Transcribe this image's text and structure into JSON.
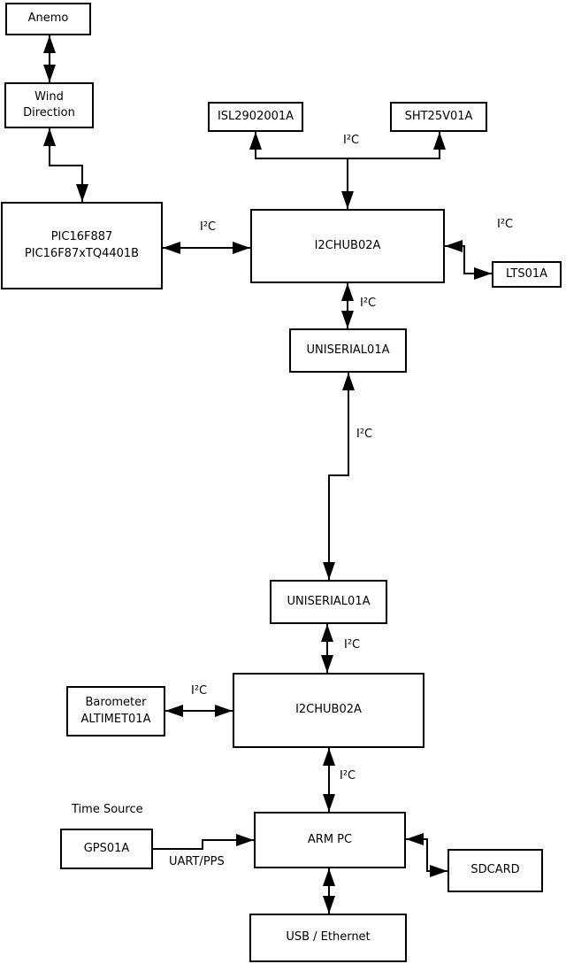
{
  "nodes": {
    "anemo": {
      "label": "Anemo"
    },
    "wind_direction": {
      "line1": "Wind",
      "line2": "Direction"
    },
    "pic": {
      "line1": "PIC16F887",
      "line2": "PIC16F87xTQ4401B"
    },
    "isl": {
      "label": "ISL2902001A"
    },
    "sht": {
      "label": "SHT25V01A"
    },
    "i2chub_top": {
      "label": "I2CHUB02A"
    },
    "lts": {
      "label": "LTS01A"
    },
    "uniserial_top": {
      "label": "UNISERIAL01A"
    },
    "uniserial_bottom": {
      "label": "UNISERIAL01A"
    },
    "i2chub_bottom": {
      "label": "I2CHUB02A"
    },
    "barometer": {
      "line1": "Barometer",
      "line2": "ALTIMET01A"
    },
    "arm_pc": {
      "label": "ARM PC"
    },
    "gps": {
      "label": "GPS01A"
    },
    "sdcard": {
      "label": "SDCARD"
    },
    "usb_ethernet": {
      "label": "USB / Ethernet"
    }
  },
  "edge_labels": {
    "i2c_sensors": "I²C",
    "i2c_pic": "I²C",
    "i2c_lts": "I²C",
    "i2c_hub_uniserial": "I²C",
    "i2c_long_link": "I²C",
    "i2c_uniserial_hub": "I²C",
    "i2c_barometer": "I²C",
    "i2c_hub_arm": "I²C",
    "time_source": "Time Source",
    "uart_pps": "UART/PPS"
  },
  "colors": {
    "line": "#000000",
    "background": "#ffffff",
    "box_fill": "#ffffff"
  }
}
